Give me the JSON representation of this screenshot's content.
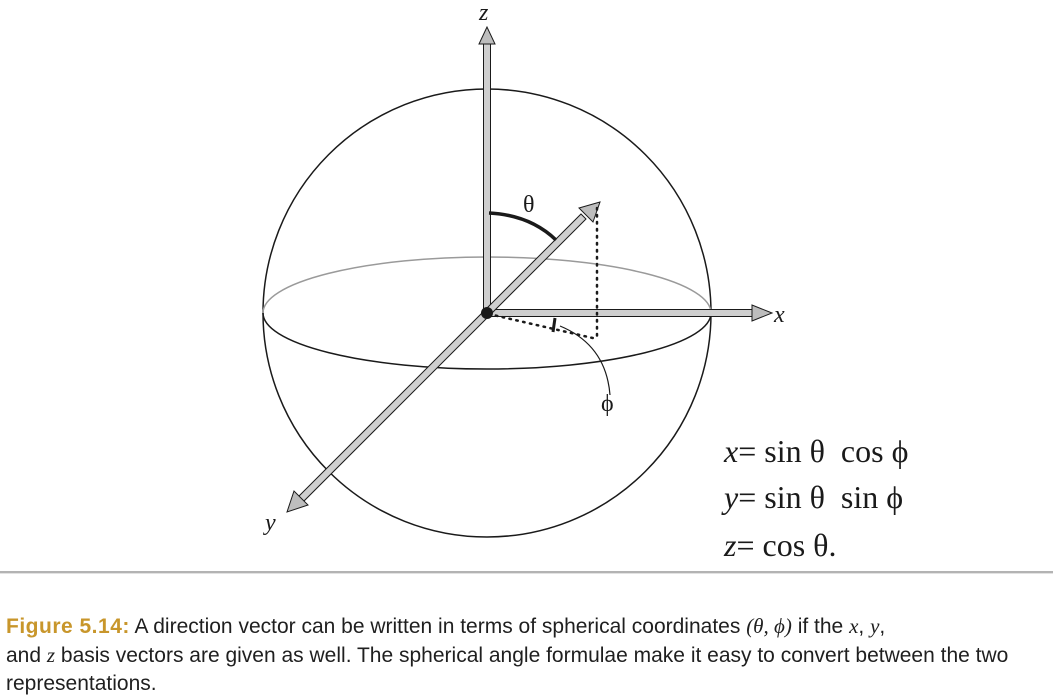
{
  "diagram": {
    "axes": {
      "x": "x",
      "y": "y",
      "z": "z"
    },
    "angles": {
      "theta": "θ",
      "phi": "ϕ"
    },
    "formulas": [
      {
        "lhs": "x",
        "rhs": "= sin θ  cos ϕ"
      },
      {
        "lhs": "y",
        "rhs": "= sin θ  sin ϕ"
      },
      {
        "lhs": "z",
        "rhs": "= cos θ."
      }
    ]
  },
  "caption": {
    "label": "Figure 5.14:",
    "text_1": " A direction vector can be written in terms of spherical coordinates ",
    "coords": "(θ, ϕ)",
    "text_2": " if the ",
    "x": "x",
    "sep_1": ", ",
    "y": "y",
    "sep_2": ",",
    "text_3": "and ",
    "z": "z",
    "text_4": " basis vectors are given as well. The spherical angle formulae make it easy to convert between the two representations."
  },
  "colors": {
    "accent": "#c8962b",
    "axis_fill": "#c8c8c8",
    "outline": "#1a1a1a",
    "equator_back": "#9a9a9a"
  }
}
